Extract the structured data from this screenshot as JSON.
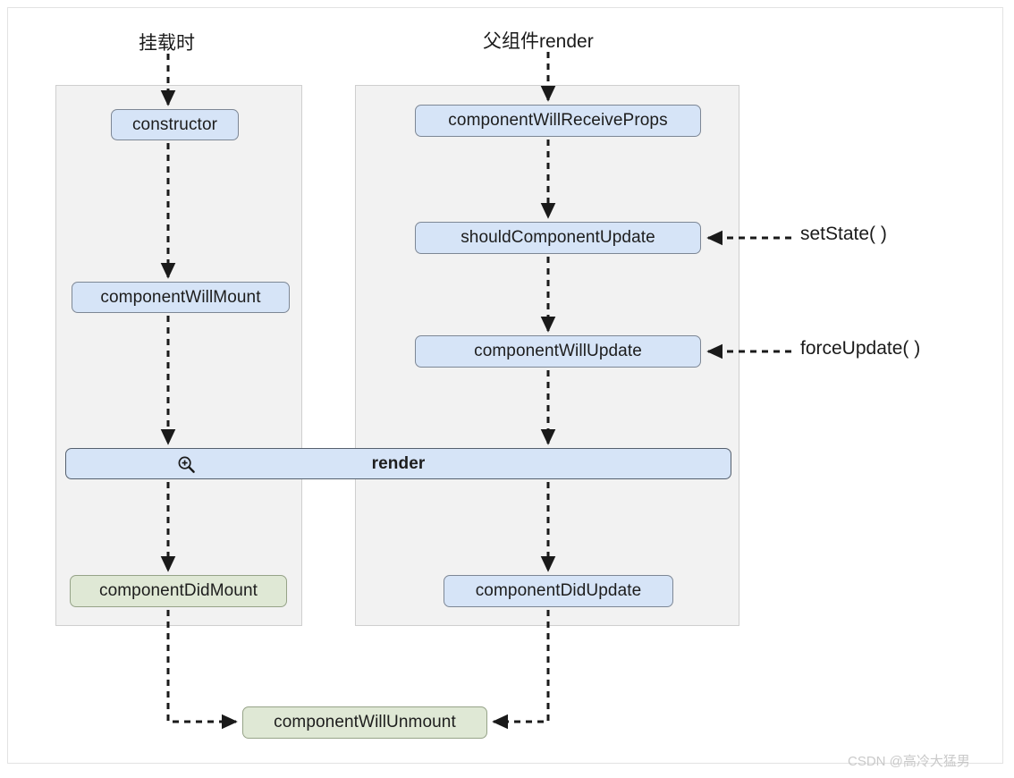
{
  "diagram": {
    "title_mount": "挂载时",
    "title_update": "父组件render",
    "panels": [
      {
        "id": "mount",
        "name": "mounting-phase-panel"
      },
      {
        "id": "update",
        "name": "updating-phase-panel"
      }
    ],
    "nodes": {
      "constructor": {
        "label": "constructor",
        "color": "#d6e4f7"
      },
      "componentWillMount": {
        "label": "componentWillMount",
        "color": "#d6e4f7"
      },
      "componentDidMount": {
        "label": "componentDidMount",
        "color": "#dfe8d5"
      },
      "componentWillReceiveProps": {
        "label": "componentWillReceiveProps",
        "color": "#d6e4f7"
      },
      "shouldComponentUpdate": {
        "label": "shouldComponentUpdate",
        "color": "#d6e4f7"
      },
      "componentWillUpdate": {
        "label": "componentWillUpdate",
        "color": "#d6e4f7"
      },
      "componentDidUpdate": {
        "label": "componentDidUpdate",
        "color": "#d6e4f7"
      },
      "componentWillUnmount": {
        "label": "componentWillUnmount",
        "color": "#dfe8d5"
      },
      "render": {
        "label": "render",
        "color": "#d6e4f7",
        "icon": "zoom-in-magnifier-icon"
      }
    },
    "side_labels": {
      "setState": "setState( )",
      "forceUpdate": "forceUpdate( )"
    },
    "colors": {
      "node_blue": "#d6e4f7",
      "node_green": "#dfe8d5",
      "panel_bg": "#f2f2f2",
      "panel_border": "#cfcfcf",
      "connector": "#1a1a1a",
      "canvas": "#ffffff"
    }
  },
  "watermark": {
    "text": "CSDN @高冷大猛男"
  }
}
